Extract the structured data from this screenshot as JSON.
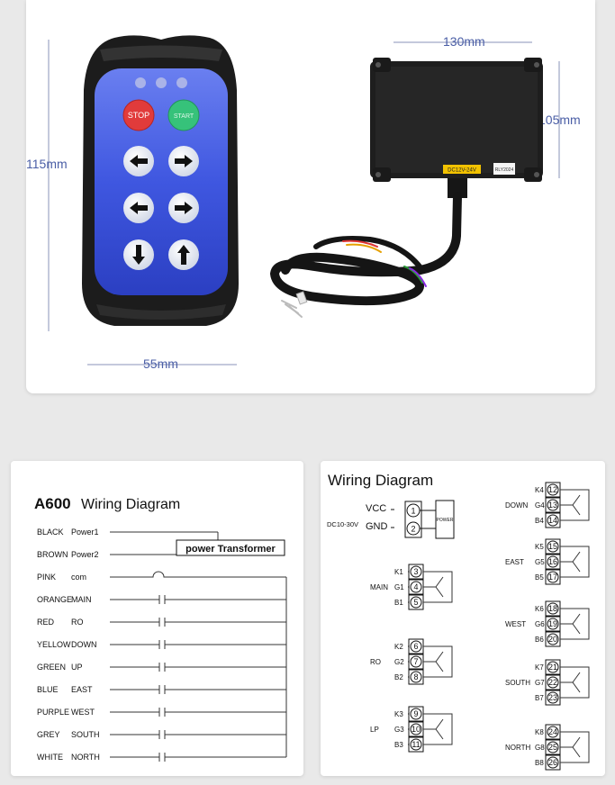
{
  "dimensions": {
    "remote_height": "115mm",
    "remote_width": "55mm",
    "receiver_width": "130mm",
    "receiver_height": "105mm"
  },
  "remote": {
    "stop_label": "STOP",
    "start_label": "START"
  },
  "receiver": {
    "voltage_label": "DC12V-24V",
    "tag_label": "RLY2024"
  },
  "a600": {
    "title_model": "A600",
    "title_text": "Wiring Diagram",
    "transformer_label": "power Transformer",
    "rows": [
      {
        "color": "BLACK",
        "func": "Power1"
      },
      {
        "color": "BROWN",
        "func": "Power2"
      },
      {
        "color": "PINK",
        "func": "com"
      },
      {
        "color": "ORANGE",
        "func": "MAIN"
      },
      {
        "color": "RED",
        "func": "RO"
      },
      {
        "color": "YELLOW",
        "func": "DOWN"
      },
      {
        "color": "GREEN",
        "func": "UP"
      },
      {
        "color": "BLUE",
        "func": "EAST"
      },
      {
        "color": "PURPLE",
        "func": "WEST"
      },
      {
        "color": "GREY",
        "func": "SOUTH"
      },
      {
        "color": "WHITE",
        "func": "NORTH"
      }
    ]
  },
  "wiring": {
    "title": "Wiring Diagram",
    "power": {
      "vcc": "VCC",
      "gnd": "GND",
      "voltage": "DC10-30V",
      "box": "POWER",
      "pins": [
        "1",
        "2"
      ]
    },
    "left_groups": [
      {
        "name": "MAIN",
        "labels": [
          "K1",
          "G1",
          "B1"
        ],
        "pins": [
          "3",
          "4",
          "5"
        ]
      },
      {
        "name": "RO",
        "labels": [
          "K2",
          "G2",
          "B2"
        ],
        "pins": [
          "6",
          "7",
          "8"
        ]
      },
      {
        "name": "LP",
        "labels": [
          "K3",
          "G3",
          "B3"
        ],
        "pins": [
          "9",
          "10",
          "11"
        ]
      }
    ],
    "right_groups": [
      {
        "name": "DOWN",
        "labels": [
          "K4",
          "G4",
          "B4"
        ],
        "pins": [
          "12",
          "13",
          "14"
        ]
      },
      {
        "name": "EAST",
        "labels": [
          "K5",
          "G5",
          "B5"
        ],
        "pins": [
          "15",
          "16",
          "17"
        ]
      },
      {
        "name": "WEST",
        "labels": [
          "K6",
          "G6",
          "B6"
        ],
        "pins": [
          "18",
          "19",
          "20"
        ]
      },
      {
        "name": "SOUTH",
        "labels": [
          "K7",
          "G7",
          "B7"
        ],
        "pins": [
          "21",
          "22",
          "23"
        ]
      },
      {
        "name": "NORTH",
        "labels": [
          "K8",
          "G8",
          "B8"
        ],
        "pins": [
          "24",
          "25",
          "26"
        ]
      }
    ]
  }
}
